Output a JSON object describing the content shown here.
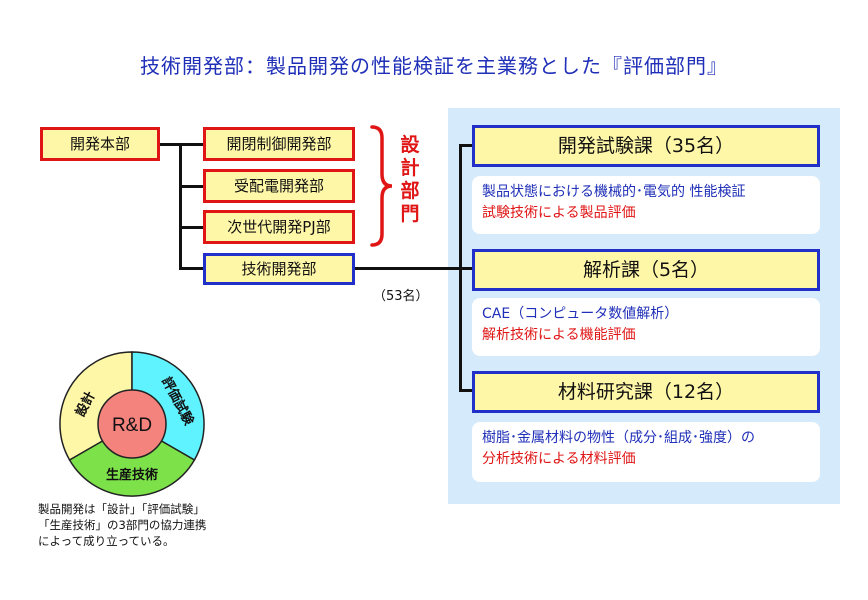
{
  "title": "技術開発部：製品開発の性能検証を主業務とした『評価部門』",
  "hq_label": "開発本部",
  "departments": [
    {
      "label": "開閉制御開発部"
    },
    {
      "label": "受配電開発部"
    },
    {
      "label": "次世代開発PJ部"
    },
    {
      "label": "技術開発部"
    }
  ],
  "design_group_label": [
    "設",
    "計",
    "部",
    "門"
  ],
  "tech_dept_count": "（53名）",
  "sections": [
    {
      "name": "開発試験課（35名）",
      "line1": "製品状態における機械的･電気的 性能検証",
      "line2": "試験技術による製品評価"
    },
    {
      "name": "解析課（5名）",
      "line1": "CAE（コンピュータ数値解析）",
      "line2": "解析技術による機能評価"
    },
    {
      "name": "材料研究課（12名）",
      "line1": "樹脂･金属材料の物性（成分･組成･強度）の",
      "line2": "分析技術による材料評価"
    }
  ],
  "rnd": {
    "center": "R&D",
    "design": "設計",
    "evaluation": "評価試験",
    "production": "生産技術",
    "colors": {
      "design": "#fff7a8",
      "evaluation": "#5ff2ff",
      "production": "#7de14a",
      "center": "#f4837e"
    }
  },
  "note": [
    "製品開発は「設計」「評価試験」",
    "「生産技術」の3部門の協力連携",
    "によって成り立っている。"
  ]
}
